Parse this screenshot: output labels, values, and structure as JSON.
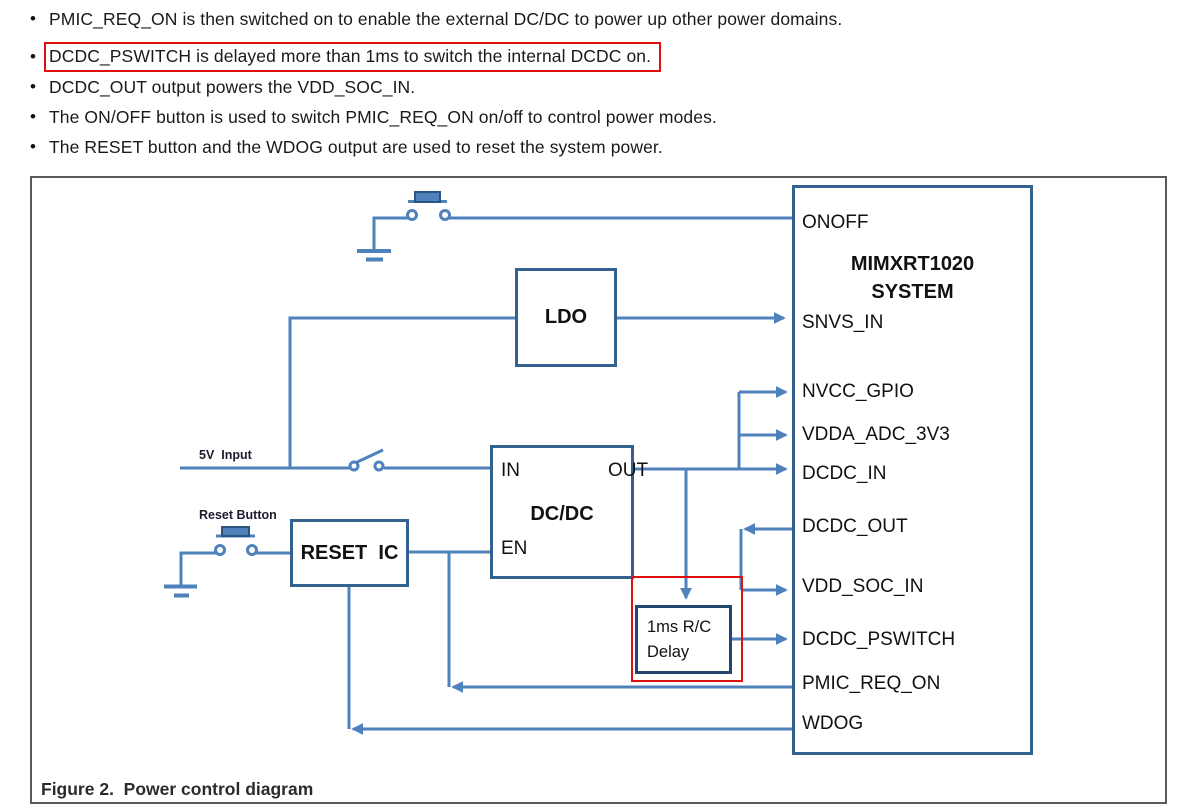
{
  "bullets": {
    "marker": "•",
    "items": [
      {
        "text": "PMIC_REQ_ON is then switched on to enable the external DC/DC to power up other power domains."
      },
      {
        "text": "DCDC_PSWITCH is delayed more than 1ms to switch the internal DCDC on.",
        "highlighted": true
      },
      {
        "text": "DCDC_OUT output powers the VDD_SOC_IN."
      },
      {
        "text": "The ON/OFF button is used to switch PMIC_REQ_ON on/off to control power modes."
      },
      {
        "text": "The RESET button and the WDOG output are used to reset the system power."
      }
    ]
  },
  "diagram": {
    "input_label": "5V  Input",
    "reset_label": "Reset Button",
    "ldo_label": "LDO",
    "dcdc_label": "DC/DC",
    "dcdc_pin_in": "IN",
    "dcdc_pin_out": "OUT",
    "dcdc_pin_en": "EN",
    "reset_ic_label": "RESET  IC",
    "delay_line1": "1ms R/C",
    "delay_line2": "Delay",
    "system_title": "MIMXRT1020\nSYSTEM",
    "system_pins": [
      "ONOFF",
      "SNVS_IN",
      "NVCC_GPIO",
      "VDDA_ADC_3V3",
      "DCDC_IN",
      "DCDC_OUT",
      "VDD_SOC_IN",
      "DCDC_PSWITCH",
      "PMIC_REQ_ON",
      "WDOG"
    ],
    "colors": {
      "wire": "#4f81bd",
      "box_border": "#35618e",
      "highlight_red": "#dd1111"
    }
  },
  "caption": {
    "text": "Figure 2.  Power control diagram"
  }
}
